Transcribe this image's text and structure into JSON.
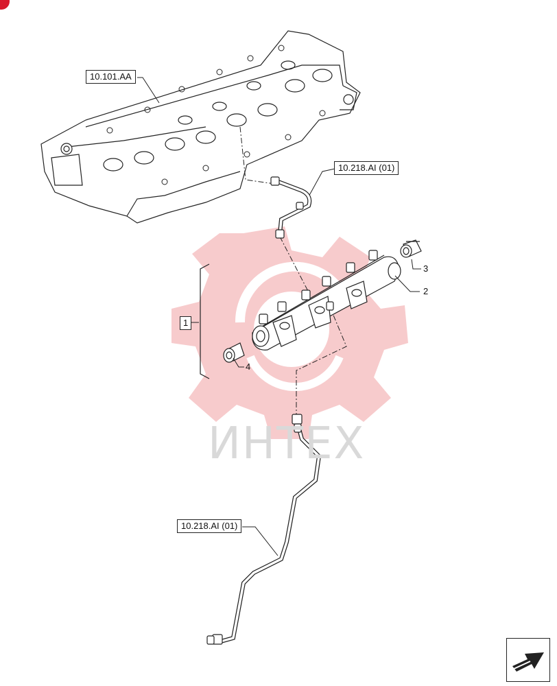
{
  "labels": {
    "cylinder_head_ref": "10.101.AA",
    "pipe_ref_upper": "10.218.AI (01)",
    "pipe_ref_lower": "10.218.AI (01)",
    "group_item": "1"
  },
  "callouts": [
    "2",
    "3",
    "4"
  ],
  "watermark": "ИНТЕХ",
  "colors": {
    "line": "#222222",
    "watermark_gear": "#f6c2c4",
    "watermark_text": "#d9d9d9",
    "accent": "#d8192b"
  },
  "icons": {
    "corner": "red-corner-mark",
    "nav": "next-page-arrow-icon"
  }
}
